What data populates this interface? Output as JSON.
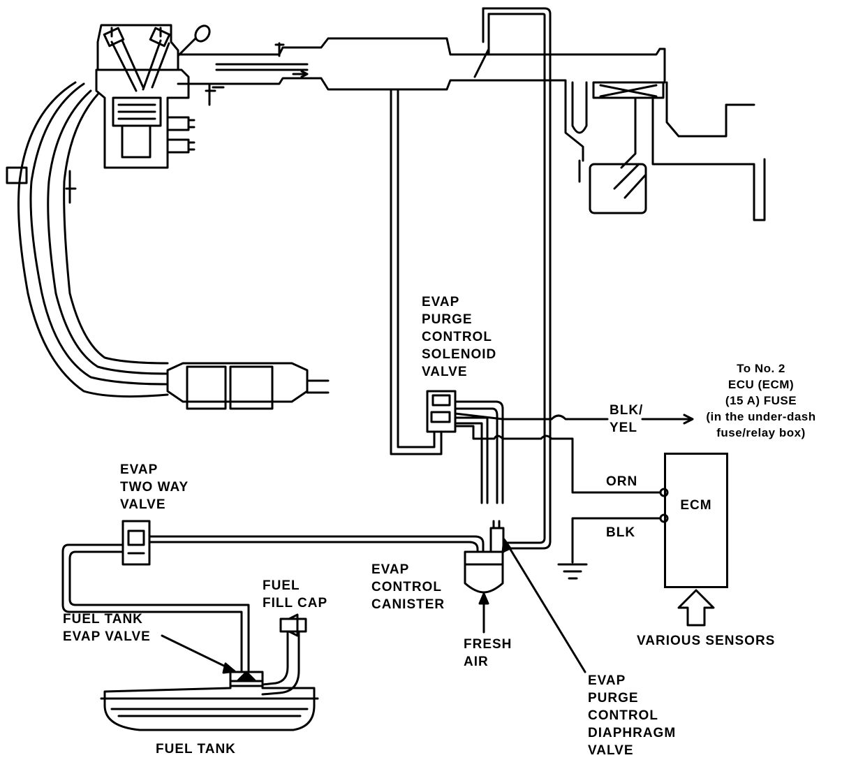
{
  "labels": {
    "purge_solenoid": [
      "EVAP",
      "PURGE",
      "CONTROL",
      "SOLENOID",
      "VALVE"
    ],
    "fuse": [
      "To No. 2",
      "ECU (ECM)",
      "(15 A) FUSE",
      "(in the under-dash",
      "fuse/relay box)"
    ],
    "blk_yel": [
      "BLK/",
      "YEL"
    ],
    "orn": "ORN",
    "blk": "BLK",
    "ecm": "ECM",
    "two_way_valve": [
      "EVAP",
      "TWO WAY",
      "VALVE"
    ],
    "canister": [
      "EVAP",
      "CONTROL",
      "CANISTER"
    ],
    "fuel_fill_cap": [
      "FUEL",
      "FILL CAP"
    ],
    "fuel_tank_evap_valve": [
      "FUEL TANK",
      "EVAP VALVE"
    ],
    "fresh_air": [
      "FRESH",
      "AIR"
    ],
    "various_sensors": "VARIOUS SENSORS",
    "purge_diaphragm": [
      "EVAP",
      "PURGE",
      "CONTROL",
      "DIAPHRAGM",
      "VALVE"
    ],
    "fuel_tank": "FUEL TANK"
  }
}
